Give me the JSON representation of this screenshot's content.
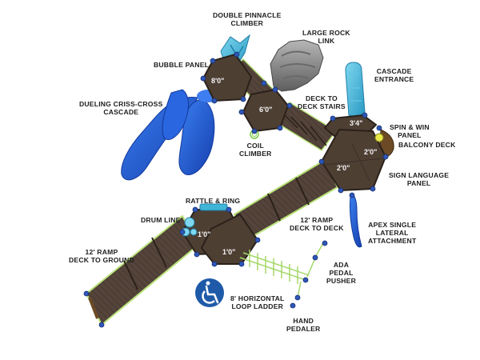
{
  "colors": {
    "deck": "#4e3f33",
    "deck_edge": "#2a211a",
    "ramp_edge": "#b9e37a",
    "post": "#2f56b8",
    "slide_blue": "#1f5ad0",
    "climber_teal": "#3fb6d8",
    "rock_gray": "#8a8a8a",
    "ada_blue": "#1e5aa8"
  },
  "labels": {
    "double_pinnacle": [
      "DOUBLE PINNACLE",
      "CLIMBER"
    ],
    "large_rock": [
      "LARGE ROCK",
      "LINK"
    ],
    "bubble_panel": [
      "BUBBLE PANEL"
    ],
    "dueling": [
      "DUELING CRISS-CROSS",
      "CASCADE"
    ],
    "deck_stairs": [
      "DECK TO",
      "DECK STAIRS"
    ],
    "cascade_entrance": [
      "CASCADE",
      "ENTRANCE"
    ],
    "coil": [
      "COIL",
      "CLIMBER"
    ],
    "spin_win": [
      "SPIN & WIN",
      "PANEL"
    ],
    "balcony": [
      "BALCONY DECK"
    ],
    "sign_lang": [
      "SIGN LANGUAGE",
      "PANEL"
    ],
    "rattle": [
      "RATTLE & RING"
    ],
    "drum": [
      "DRUM LINE"
    ],
    "ramp_deck": [
      "12' RAMP",
      "DECK TO DECK"
    ],
    "apex": [
      "APEX SINGLE",
      "LATERAL",
      "ATTACHMENT"
    ],
    "ramp_ground": [
      "12' RAMP",
      "DECK TO GROUND"
    ],
    "ada_pusher": [
      "ADA",
      "PEDAL",
      "PUSHER"
    ],
    "loop_ladder": [
      "8' HORIZONTAL",
      "LOOP LADDER"
    ],
    "hand_pedaler": [
      "HAND",
      "PEDALER"
    ]
  },
  "decks": {
    "d1": "8'0\"",
    "d2": "6'0\"",
    "d3": "3'4\"",
    "d4": "2'0\"",
    "d5": "2'0\"",
    "d6": "1'0\"",
    "d7": "1'0\""
  },
  "icons": {
    "accessibility": "wheelchair-icon"
  }
}
